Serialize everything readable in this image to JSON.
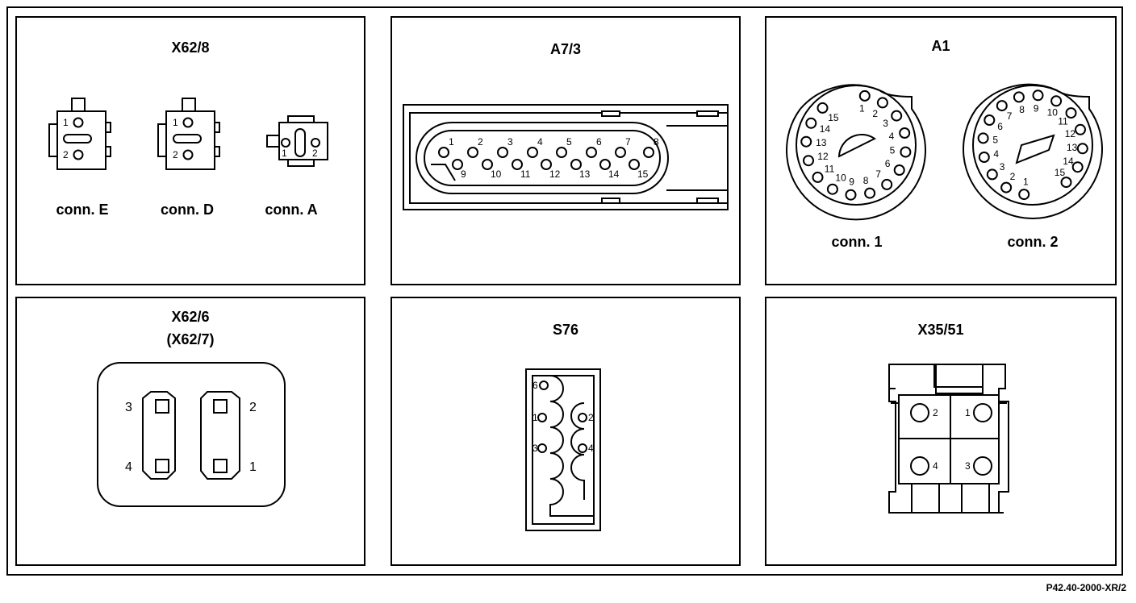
{
  "panels": {
    "x62_8": {
      "title": "X62/8",
      "connectors": [
        {
          "label": "conn. E",
          "pins": [
            "1",
            "2"
          ]
        },
        {
          "label": "conn. D",
          "pins": [
            "1",
            "2"
          ]
        },
        {
          "label": "conn. A",
          "pins": [
            "1",
            "2"
          ]
        }
      ]
    },
    "a7_3": {
      "title": "A7/3",
      "top_pins": [
        "1",
        "2",
        "3",
        "4",
        "5",
        "6",
        "7",
        "8"
      ],
      "bottom_pins": [
        "9",
        "10",
        "11",
        "12",
        "13",
        "14",
        "15"
      ]
    },
    "a1": {
      "title": "A1",
      "conn1": {
        "label": "conn. 1",
        "pins": [
          "1",
          "2",
          "3",
          "4",
          "5",
          "6",
          "7",
          "8",
          "9",
          "10",
          "11",
          "12",
          "13",
          "14",
          "15"
        ]
      },
      "conn2": {
        "label": "conn. 2",
        "pins": [
          "1",
          "2",
          "3",
          "4",
          "5",
          "6",
          "7",
          "8",
          "9",
          "10",
          "11",
          "12",
          "13",
          "14",
          "15"
        ]
      }
    },
    "x62_6": {
      "title": "X62/6",
      "subtitle": "(X62/7)",
      "pins": [
        "1",
        "2",
        "3",
        "4"
      ]
    },
    "s76": {
      "title": "S76",
      "pins": [
        "1",
        "2",
        "3",
        "4",
        "6"
      ]
    },
    "x35_51": {
      "title": "X35/51",
      "pins": [
        "1",
        "2",
        "3",
        "4"
      ]
    }
  },
  "figure_code": "P42.40-2000-XR/2"
}
